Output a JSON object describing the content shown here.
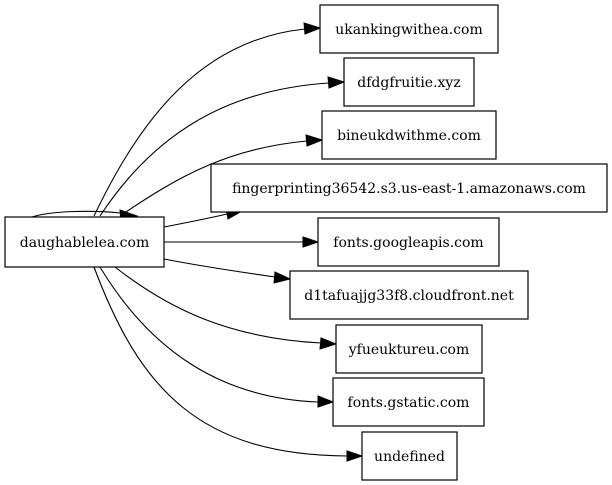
{
  "graph": {
    "source": {
      "id": "src",
      "label": "daughablelea.com"
    },
    "targets": [
      {
        "id": "t1",
        "label": "ukankingwithea.com"
      },
      {
        "id": "t2",
        "label": "dfdgfruitie.xyz"
      },
      {
        "id": "t3",
        "label": "bineukdwithme.com"
      },
      {
        "id": "t4",
        "label": "fingerprinting36542.s3.us-east-1.amazonaws.com"
      },
      {
        "id": "t5",
        "label": "fonts.googleapis.com"
      },
      {
        "id": "t6",
        "label": "d1tafuajjg33f8.cloudfront.net"
      },
      {
        "id": "t7",
        "label": "yfueuktureu.com"
      },
      {
        "id": "t8",
        "label": "fonts.gstatic.com"
      },
      {
        "id": "t9",
        "label": "undefined"
      }
    ],
    "edges": [
      {
        "from": "src",
        "to": "src"
      },
      {
        "from": "src",
        "to": "t1"
      },
      {
        "from": "src",
        "to": "t2"
      },
      {
        "from": "src",
        "to": "t3"
      },
      {
        "from": "src",
        "to": "t4"
      },
      {
        "from": "src",
        "to": "t5"
      },
      {
        "from": "src",
        "to": "t6"
      },
      {
        "from": "src",
        "to": "t7"
      },
      {
        "from": "src",
        "to": "t8"
      },
      {
        "from": "src",
        "to": "t9"
      }
    ]
  }
}
